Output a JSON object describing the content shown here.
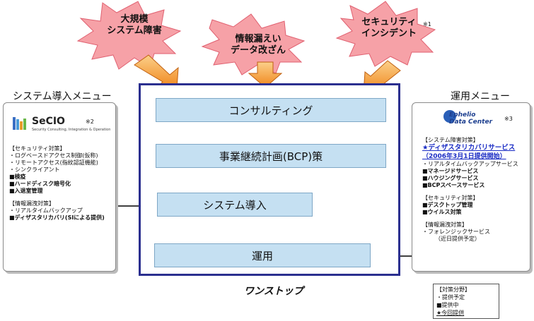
{
  "bursts": [
    {
      "label_lines": [
        "大規模",
        "システム障害"
      ]
    },
    {
      "label_lines": [
        "情報漏えい",
        "データ改ざん"
      ]
    },
    {
      "label_lines": [
        "セキュリティ",
        "インシデント"
      ],
      "note": "※1"
    }
  ],
  "headings": {
    "left": "システム導入メニュー",
    "right": "運用メニュー"
  },
  "steps": [
    "コンサルティング",
    "事業継続計画(BCP)策",
    "システム導入",
    "運用"
  ],
  "footer": "ワンストップ",
  "left_panel": {
    "logo": {
      "name": "SeCIO",
      "tagline": "Security Consulting, Integration & Operation"
    },
    "note": "※2",
    "lines": [
      {
        "text": "【セキュリティ対策】",
        "style": "normal"
      },
      {
        "text": "・ログベースドアクセス制御(仮称)",
        "style": "normal"
      },
      {
        "text": "・リモートアクセス(指紋認証機能)",
        "style": "normal"
      },
      {
        "text": "・シンクライアント",
        "style": "normal"
      },
      {
        "text": "■検疫",
        "style": "bold"
      },
      {
        "text": "■ハードディスク暗号化",
        "style": "bold"
      },
      {
        "text": "■入退室管理",
        "style": "bold"
      },
      {
        "text": "",
        "style": "gap"
      },
      {
        "text": "【情報漏洩対策】",
        "style": "normal"
      },
      {
        "text": "・リアルタイムバックアップ",
        "style": "normal"
      },
      {
        "text": "■ディザスタリカバリ(SIによる提供)",
        "style": "bold"
      }
    ]
  },
  "right_panel": {
    "logo": {
      "line1": "Ephelio",
      "line2": "Data Center"
    },
    "note": "※3",
    "lines": [
      {
        "text": "【システム障害対策】",
        "style": "normal"
      },
      {
        "text": "★ディザスタリカバリサービス",
        "style": "blue-u"
      },
      {
        "text": "（2006年3月1日提供開始）",
        "style": "blue-u"
      },
      {
        "text": "・リアルタイムバックアップサービス",
        "style": "normal"
      },
      {
        "text": "■マネージドサービス",
        "style": "bold"
      },
      {
        "text": "■ハウジングサービス",
        "style": "bold"
      },
      {
        "text": "■BCPスペースサービス",
        "style": "bold"
      },
      {
        "text": "",
        "style": "gap"
      },
      {
        "text": "【セキュリティ対策】",
        "style": "normal"
      },
      {
        "text": "■デスクトップ管理",
        "style": "bold"
      },
      {
        "text": "■ウイルス対策",
        "style": "bold"
      },
      {
        "text": "",
        "style": "gap"
      },
      {
        "text": "【情報漏洩対策】",
        "style": "normal"
      },
      {
        "text": "・フォレンジックサービス",
        "style": "normal"
      },
      {
        "text": "（近日提供予定）",
        "style": "normal"
      }
    ]
  },
  "legend": {
    "title": "【対策分野】",
    "items": [
      {
        "text": "・提供予定",
        "style": "normal"
      },
      {
        "text": "■提供中",
        "style": "bold"
      },
      {
        "text": "★今回提供",
        "style": "blue-u"
      }
    ]
  },
  "colors": {
    "frame": "#2b2f8f",
    "step_fill": "#c5e0f2",
    "burst_fill": "#f6a1a7",
    "arrow_orange": "#f49a2a",
    "accent_blue": "#1a2cc4"
  }
}
